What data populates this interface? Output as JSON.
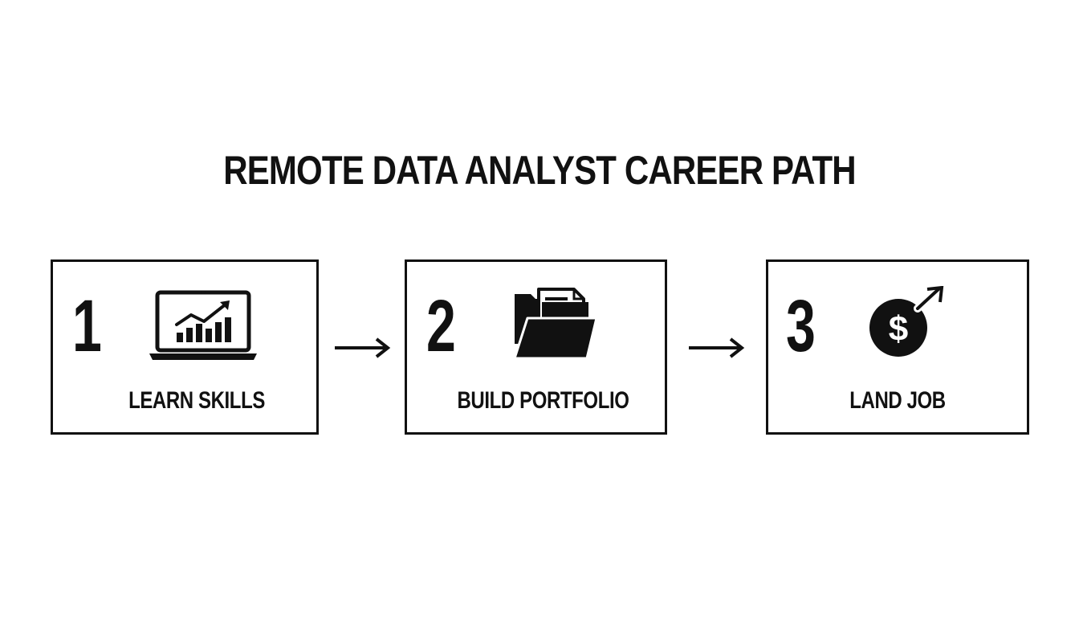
{
  "title": "REMOTE DATA ANALYST CAREER PATH",
  "steps": [
    {
      "number": "1",
      "label": "LEARN SKILLS",
      "icon": "laptop-chart-icon"
    },
    {
      "number": "2",
      "label": "BUILD PORTFOLIO",
      "icon": "folder-documents-icon"
    },
    {
      "number": "3",
      "label": "LAND JOB",
      "icon": "dollar-growth-icon"
    }
  ],
  "connectors": [
    "arrow-right-icon",
    "arrow-right-icon"
  ],
  "colors": {
    "ink": "#111111",
    "background": "#ffffff"
  }
}
